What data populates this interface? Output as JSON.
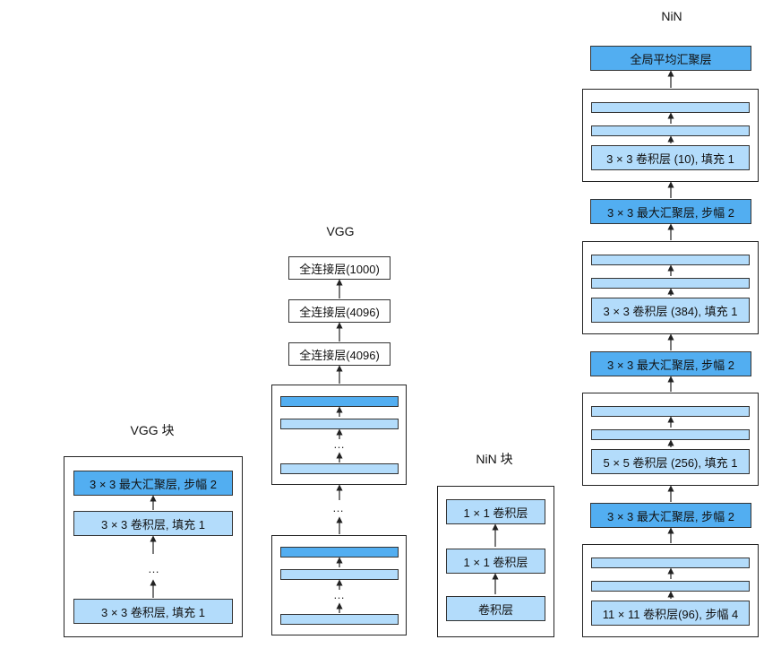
{
  "vgg_block": {
    "title": "VGG 块",
    "layers": [
      "3 × 3 最大汇聚层, 步幅 2",
      "3 × 3 卷积层, 填充 1",
      "3 × 3 卷积层, 填充 1"
    ],
    "ellipsis": "…"
  },
  "vgg": {
    "title": "VGG",
    "fc_layers": [
      "全连接层(1000)",
      "全连接层(4096)",
      "全连接层(4096)"
    ],
    "ellipsis": "…"
  },
  "nin_block": {
    "title": "NiN 块",
    "layers": [
      "1 × 1 卷积层",
      "1 × 1 卷积层",
      "卷积层"
    ]
  },
  "nin": {
    "title": "NiN",
    "gap_label": "全局平均汇聚层",
    "conv1": "3 × 3 卷积层 (10), 填充 1",
    "pool1": "3 × 3 最大汇聚层, 步幅 2",
    "conv2": "3 × 3 卷积层 (384), 填充 1",
    "pool2": "3 × 3 最大汇聚层, 步幅 2",
    "conv3": "5 × 5 卷积层 (256), 填充 1",
    "pool3": "3 × 3 最大汇聚层, 步幅 2",
    "conv4": "11 × 11 卷积层(96), 步幅 4"
  },
  "colors": {
    "dark_layer": "#52aef1",
    "light_layer": "#b3dcfb",
    "border": "#222222"
  }
}
